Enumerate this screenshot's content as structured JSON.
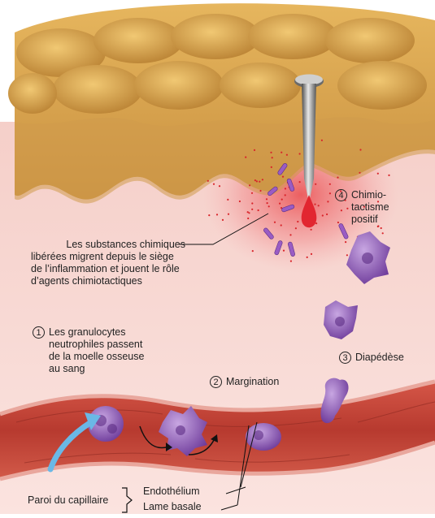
{
  "step_numbers": [
    "1",
    "2",
    "3",
    "4"
  ],
  "labels": {
    "chemicals": [
      "Les substances chimiques",
      "libérées migrent depuis le siège",
      "de l’inflammation et jouent le rôle",
      "d’agents chimiotactiques"
    ],
    "step1": [
      "Les granulocytes",
      "neutrophiles passent",
      "de la moelle osseuse",
      "au sang"
    ],
    "step2": "Margination",
    "step3": "Diapédèse",
    "step4": [
      "Chimio-",
      "tactisme",
      "positif"
    ],
    "capillary_wall": "Paroi du capillaire",
    "endothelium": "Endothélium",
    "basal_lamina": "Lame basale"
  },
  "colors": {
    "skin": "#d9a653",
    "tissue": "#f3ccc8",
    "vessel": "#c7463a",
    "cell": "#8f5bb8",
    "inflammation": "#e2262c",
    "arrow": "#6ab8e6"
  }
}
